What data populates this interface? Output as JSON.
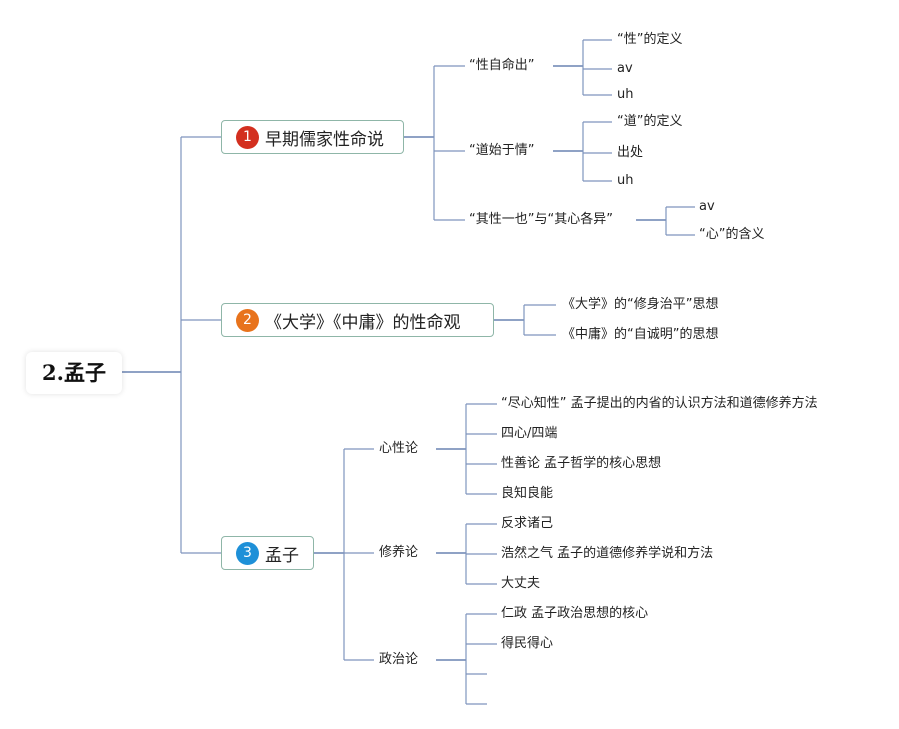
{
  "root": {
    "label": "2.孟子"
  },
  "colors": {
    "line": "#7f95bd",
    "topic_border": "#8fb6a8",
    "badge1": "#d32f1f",
    "badge2": "#e8731c",
    "badge3": "#1e90d8"
  },
  "topics": [
    {
      "badge": "1",
      "label": "早期儒家性命说",
      "children": [
        {
          "label": "“性自命出”",
          "children": [
            "“性”的定义",
            "av",
            "uh"
          ]
        },
        {
          "label": "“道始于情”",
          "children": [
            "“道”的定义",
            "出处",
            "uh"
          ]
        },
        {
          "label": "“其性一也”与“其心各异”",
          "children": [
            "av",
            "“心”的含义"
          ]
        }
      ]
    },
    {
      "badge": "2",
      "label": "《大学》《中庸》的性命观",
      "children": [
        {
          "label": "《大学》的“修身治平”思想"
        },
        {
          "label": "《中庸》的“自诚明”的思想"
        }
      ]
    },
    {
      "badge": "3",
      "label": "孟子",
      "children": [
        {
          "label": "心性论",
          "children": [
            "“尽心知性” 孟子提出的内省的认识方法和道德修养方法",
            "四心/四端",
            "性善论 孟子哲学的核心思想",
            "良知良能"
          ]
        },
        {
          "label": "修养论",
          "children": [
            "反求诸己",
            "浩然之气 孟子的道德修养学说和方法",
            "大丈夫"
          ]
        },
        {
          "label": "政治论",
          "children": [
            "仁政 孟子政治思想的核心",
            "得民得心",
            "",
            ""
          ]
        }
      ]
    }
  ]
}
